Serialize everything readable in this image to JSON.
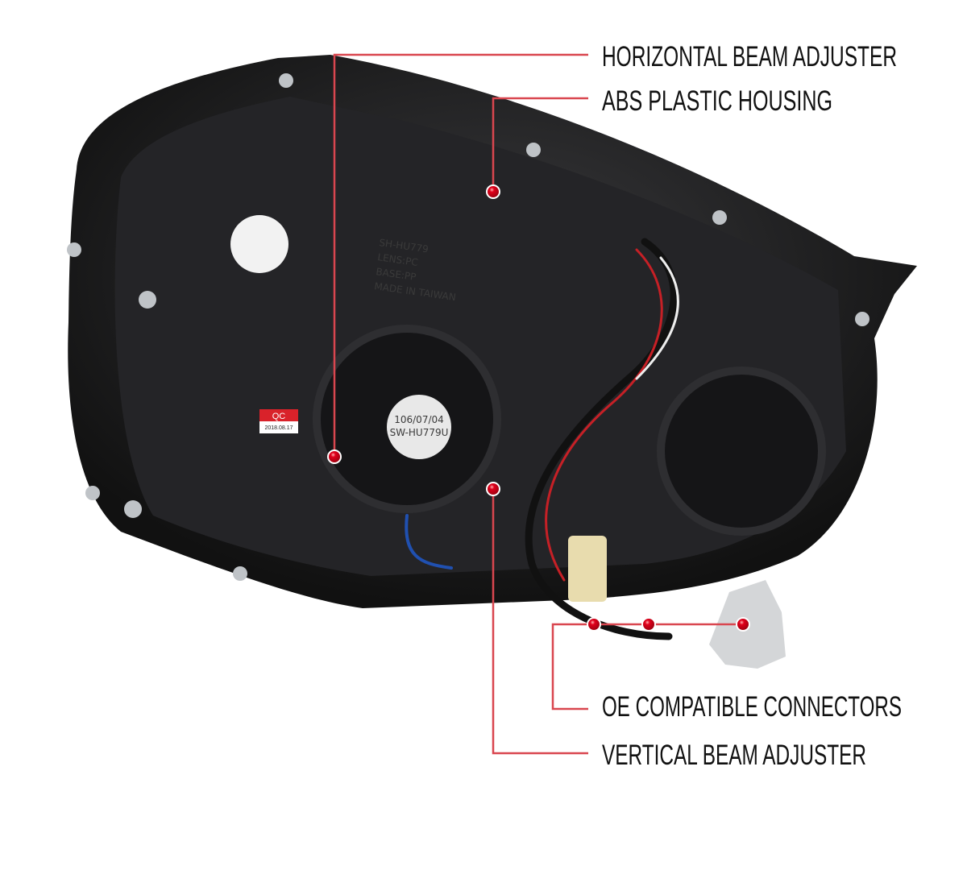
{
  "callouts": [
    {
      "id": "horizontal",
      "label": "HORIZONTAL BEAM ADJUSTER"
    },
    {
      "id": "housing",
      "label": "ABS PLASTIC HOUSING"
    },
    {
      "id": "connectors",
      "label": "OE COMPATIBLE CONNECTORS"
    },
    {
      "id": "vertical",
      "label": "VERTICAL BEAM ADJUSTER"
    }
  ],
  "product_markings": {
    "qc": "QC",
    "qc_date": "2018.08.17",
    "bulb_cap_date": "106/07/04",
    "bulb_cap_code": "SW-HU779U",
    "housing_code": "SH-HU779",
    "lens": "LENS:PC",
    "base": "BASE:PP",
    "origin": "MADE IN TAIWAN"
  },
  "colors": {
    "callout_line": "#d9464f",
    "callout_dot": "#e0001b",
    "housing": "#1c1c1e",
    "background": "#ffffff"
  }
}
